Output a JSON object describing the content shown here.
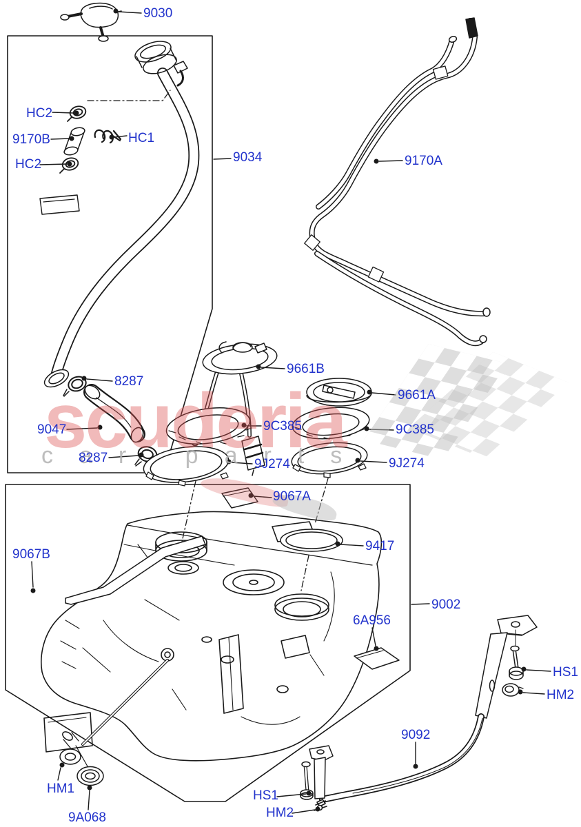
{
  "watermark": {
    "brand": "scuderia",
    "tagline": "car parts"
  },
  "colors": {
    "callout_blue": "#2233cc",
    "line_black": "#1a1a1a",
    "brand_red": "#db5252",
    "flag_gray": "#bdbdbd"
  },
  "callouts": [
    {
      "text": "9030"
    },
    {
      "text": "HC2"
    },
    {
      "text": "9170B"
    },
    {
      "text": "HC1"
    },
    {
      "text": "HC2"
    },
    {
      "text": "9034"
    },
    {
      "text": "9170A"
    },
    {
      "text": "8287"
    },
    {
      "text": "9047"
    },
    {
      "text": "8287"
    },
    {
      "text": "9661B"
    },
    {
      "text": "9661A"
    },
    {
      "text": "9C385"
    },
    {
      "text": "9C385"
    },
    {
      "text": "9J274"
    },
    {
      "text": "9J274"
    },
    {
      "text": "9067A"
    },
    {
      "text": "9067B"
    },
    {
      "text": "9417"
    },
    {
      "text": "9002"
    },
    {
      "text": "6A956"
    },
    {
      "text": "HS1"
    },
    {
      "text": "HM2"
    },
    {
      "text": "9092"
    },
    {
      "text": "HM1"
    },
    {
      "text": "9A068"
    },
    {
      "text": "HS1"
    },
    {
      "text": "HM2"
    }
  ]
}
